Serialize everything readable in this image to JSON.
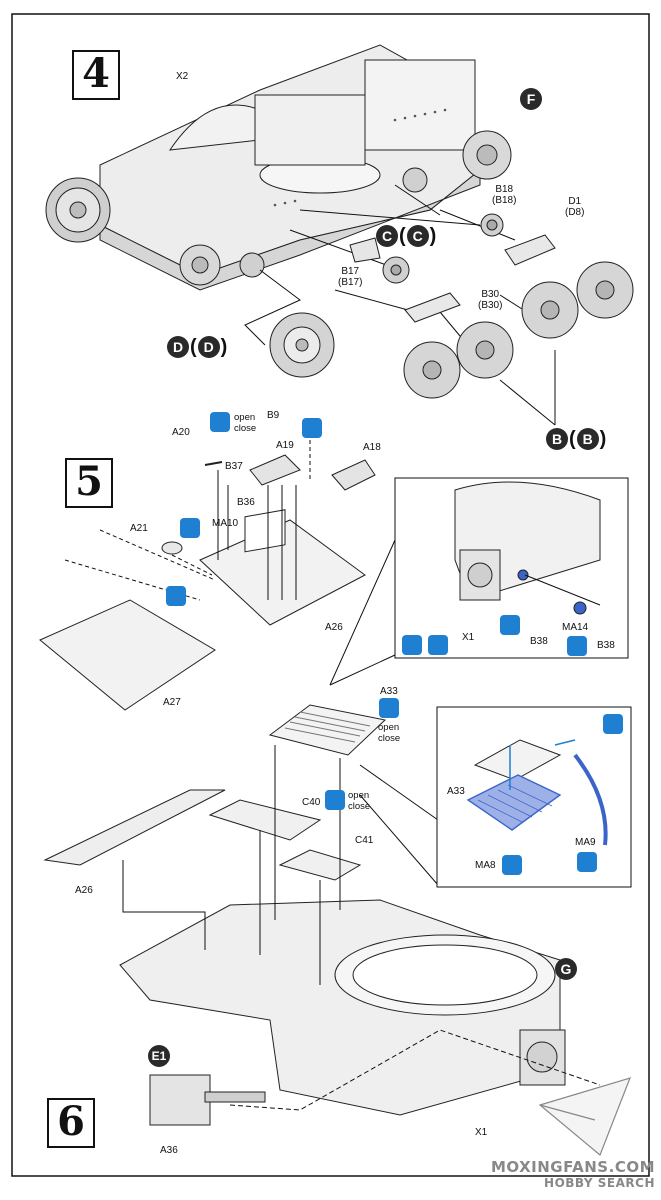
{
  "steps": {
    "s4": "4",
    "s5": "5",
    "s6": "6"
  },
  "step4": {
    "x2": "X2",
    "f": "F",
    "b18": "B18",
    "b18p": "(B18)",
    "d1": "D1",
    "d8": "(D8)",
    "c": "C",
    "cp": "C",
    "b17": "B17",
    "b17p": "(B17)",
    "b30": "B30",
    "b30p": "(B30)",
    "d": "D",
    "dp": "D",
    "b": "B",
    "bp": "B"
  },
  "step5": {
    "open": "open",
    "close": "close",
    "b9": "B9",
    "a20": "A20",
    "a19": "A19",
    "a18": "A18",
    "b37": "B37",
    "b36": "B36",
    "ma10": "MA10",
    "a21": "A21",
    "a26": "A26",
    "a27": "A27",
    "x1": "X1",
    "b38a": "B38",
    "ma14": "MA14",
    "b38b": "B38"
  },
  "step6": {
    "a33": "A33",
    "open": "open",
    "close": "close",
    "c40": "C40",
    "c41": "C41",
    "a26": "A26",
    "a33b": "A33",
    "ma8": "MA8",
    "ma9": "MA9",
    "g": "G",
    "e1": "E1",
    "a36": "A36",
    "x1": "X1"
  },
  "watermark": {
    "line1": "MOXINGFANS.COM",
    "line2": "HOBBY SEARCH"
  },
  "icons": {
    "turn": "rotate-arrows-icon",
    "glue": "glue-brush-icon",
    "paint": "paint-drop-icon",
    "pe": "photo-etch-icon"
  },
  "colors": {
    "accent": "#1f7fd0",
    "pe_part": "#3a64c8",
    "line": "#111111"
  }
}
